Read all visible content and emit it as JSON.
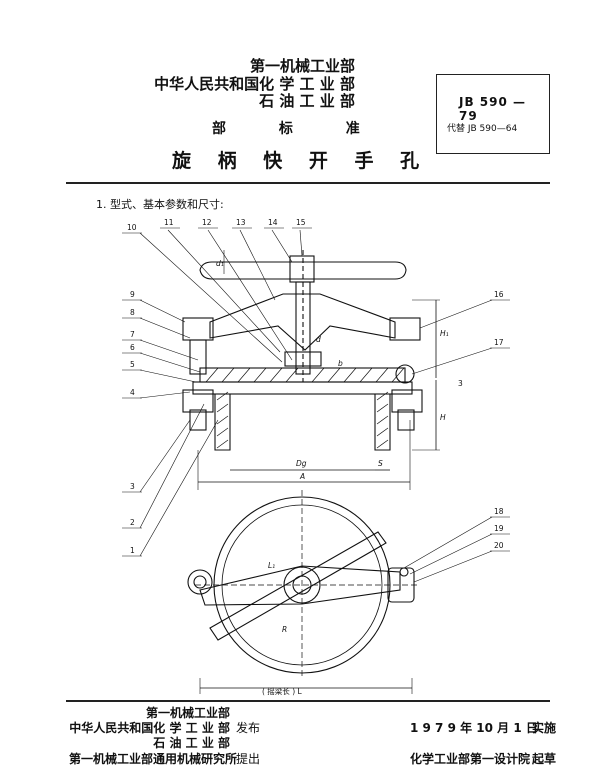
{
  "header": {
    "ministries": [
      "第一机械工业部",
      "中华人民共和国化 学 工 业 部",
      "石 油 工 业 部"
    ],
    "ministry_standard": "部 标 准",
    "title": "旋 柄 快 开 手 孔",
    "standard_code": "JB 590 — 79",
    "replaces": "代替 JB 590—64"
  },
  "section": {
    "heading": "1. 型式、基本参数和尺寸:"
  },
  "drawing": {
    "top_callouts": [
      "11",
      "12",
      "13",
      "14",
      "15"
    ],
    "left_callouts": [
      "10",
      "9",
      "8",
      "7",
      "6",
      "5",
      "4",
      "3",
      "2",
      "1"
    ],
    "right_callouts": [
      "16",
      "17",
      "18",
      "19",
      "20"
    ],
    "dim_d1": "d₁",
    "dim_d": "d",
    "dim_b": "b",
    "dim_h1": "H₁",
    "dim_h": "H",
    "dim_3": "3",
    "dim_dg": "Dg",
    "dim_s": "S",
    "dim_a": "A",
    "dim_l1": "L₁",
    "dim_r": "R",
    "bottom_dimension": "( 摇梁长 ) L"
  },
  "footer": {
    "issuers": [
      "第一机械工业部",
      "中华人民共和国化 学 工 业 部",
      "石 油 工 业 部"
    ],
    "issued_label": "发布",
    "proposer": "第一机械工业部通用机械研究所",
    "proposed_label": "提出",
    "effective_date": "1 9 7 9 年 10 月 1 日",
    "effective_label": "实施",
    "drafter": "化学工业部第一设计院",
    "drafted_label": "起草"
  }
}
